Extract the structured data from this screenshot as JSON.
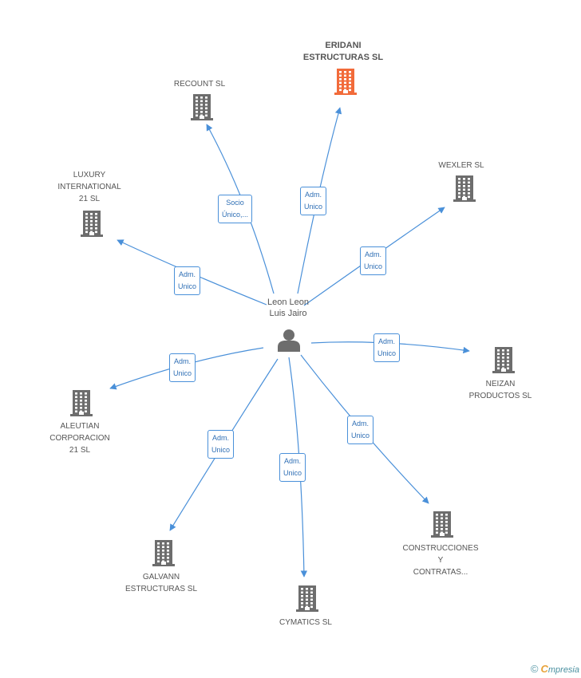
{
  "center": {
    "name": "Leon Leon\nLuis Jairo",
    "icon": "person-icon"
  },
  "nodes": [
    {
      "id": "eridani",
      "label": "ERIDANI\nESTRUCTURAS SL",
      "highlight": true,
      "icon": "building-icon",
      "color": "#f26b3a"
    },
    {
      "id": "recount",
      "label": "RECOUNT SL",
      "icon": "building-icon",
      "color": "#6d6d6d"
    },
    {
      "id": "luxury",
      "label": "LUXURY\nINTERNATIONAL\n21 SL",
      "icon": "building-icon",
      "color": "#6d6d6d"
    },
    {
      "id": "wexler",
      "label": "WEXLER SL",
      "icon": "building-icon",
      "color": "#6d6d6d"
    },
    {
      "id": "neizan",
      "label": "NEIZAN\nPRODUCTOS SL",
      "icon": "building-icon",
      "color": "#6d6d6d"
    },
    {
      "id": "aleutian",
      "label": "ALEUTIAN\nCORPORACION\n21 SL",
      "icon": "building-icon",
      "color": "#6d6d6d"
    },
    {
      "id": "construcciones",
      "label": "CONSTRUCCIONES\nY\nCONTRATAS...",
      "icon": "building-icon",
      "color": "#6d6d6d"
    },
    {
      "id": "galvann",
      "label": "GALVANN\nESTRUCTURAS SL",
      "icon": "building-icon",
      "color": "#6d6d6d"
    },
    {
      "id": "cymatics",
      "label": "CYMATICS SL",
      "icon": "building-icon",
      "color": "#6d6d6d"
    }
  ],
  "edges": [
    {
      "to": "eridani",
      "label": "Adm.\nUnico"
    },
    {
      "to": "recount",
      "label": "Socio\nÚnico,..."
    },
    {
      "to": "luxury",
      "label": "Adm.\nUnico"
    },
    {
      "to": "wexler",
      "label": "Adm.\nUnico"
    },
    {
      "to": "neizan",
      "label": "Adm.\nUnico"
    },
    {
      "to": "aleutian",
      "label": "Adm.\nUnico"
    },
    {
      "to": "construcciones",
      "label": "Adm.\nUnico"
    },
    {
      "to": "galvann",
      "label": "Adm.\nUnico"
    },
    {
      "to": "cymatics",
      "label": "Adm.\nUnico"
    }
  ],
  "colors": {
    "edge": "#4a90d9",
    "person": "#6d6d6d"
  },
  "footer": {
    "copyright": "©",
    "brand_initial": "C",
    "brand_rest": "mpresia"
  }
}
